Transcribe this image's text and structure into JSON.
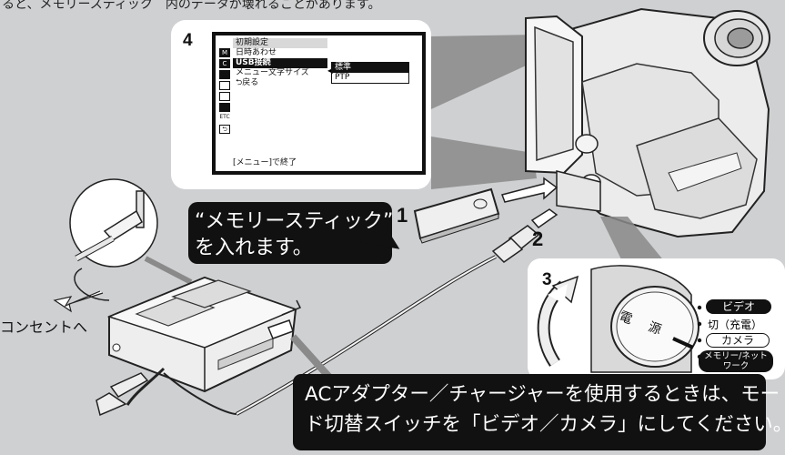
{
  "intro_text": "ると、メモリースティック　内のデータが壊れることがあります。",
  "steps": {
    "step1": "1",
    "step2": "2",
    "step3": "3",
    "step4": "4"
  },
  "menu": {
    "title": "初期設定",
    "items": [
      "日時あわせ",
      "USB接続",
      "メニュー文字サイズ",
      "戻る"
    ],
    "selected_item": "USB接続",
    "submenu": [
      "標準",
      "PTP"
    ],
    "submenu_selected": "標準",
    "footer": "[メニュー]で終了",
    "icon_labels": [
      "M",
      "C",
      "",
      "",
      "",
      "",
      "ETC",
      ""
    ]
  },
  "speech_bubble": {
    "line1": "“メモリースティック”",
    "line2": "を入れます。"
  },
  "outlet_label": "コンセントへ",
  "power_dial": {
    "dial_text": "電　源",
    "modes": [
      "ビデオ",
      "切（充電）",
      "カメラ",
      "メモリー/ネットワーク"
    ]
  },
  "warning": {
    "line1": "ACアダプター／チャージャーを使用するときは、モー",
    "line2": "ド切替スイッチを「ビデオ／カメラ」にしてください。"
  },
  "colors": {
    "background": "#cfd0d2",
    "ink": "#111111",
    "panel": "#ffffff"
  }
}
